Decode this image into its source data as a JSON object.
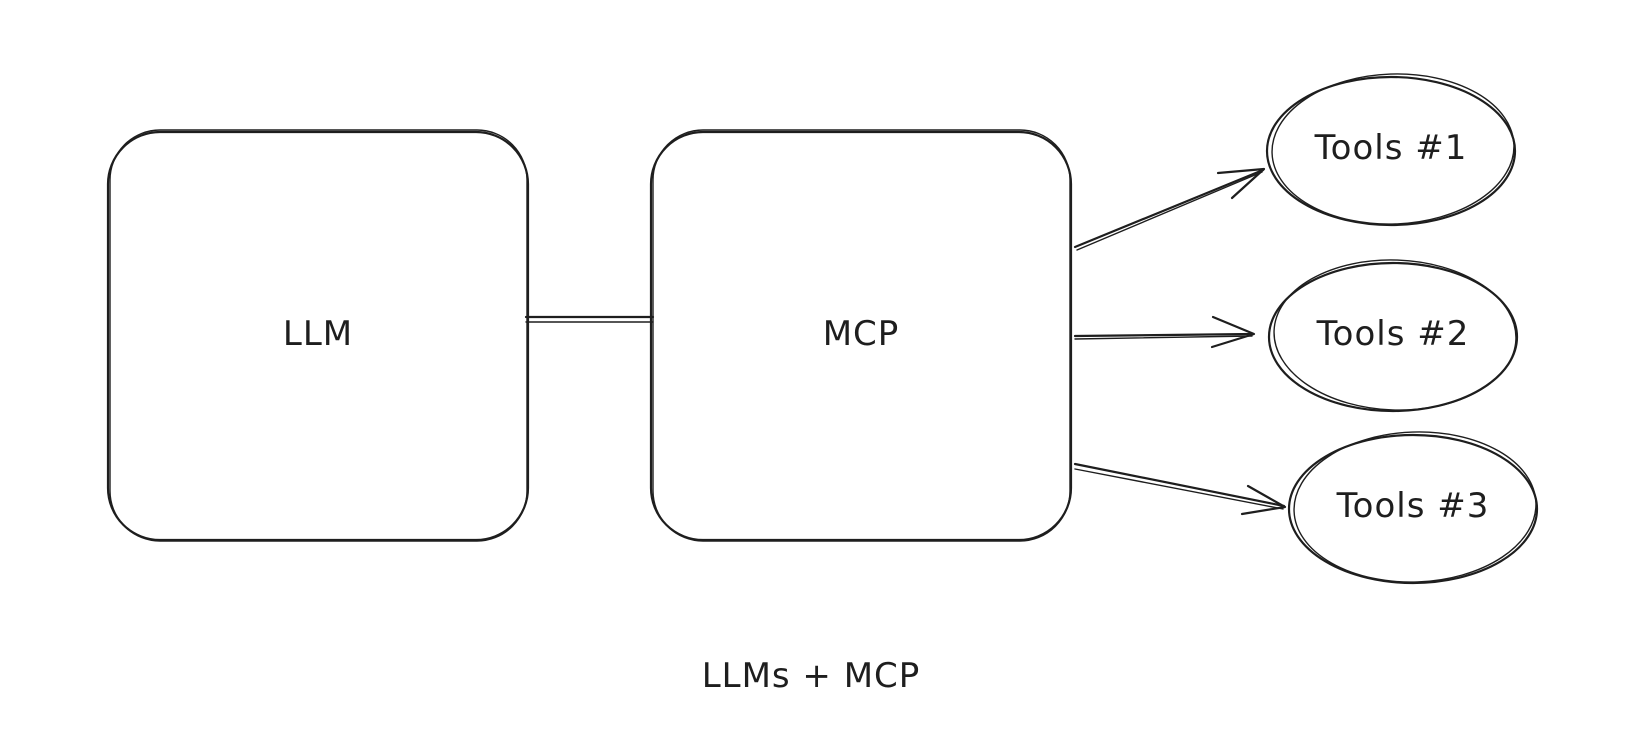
{
  "diagram": {
    "nodes": [
      {
        "id": "llm",
        "label": "LLM",
        "shape": "rounded-rectangle"
      },
      {
        "id": "mcp",
        "label": "MCP",
        "shape": "rounded-rectangle"
      },
      {
        "id": "tools1",
        "label": "Tools #1",
        "shape": "ellipse"
      },
      {
        "id": "tools2",
        "label": "Tools #2",
        "shape": "ellipse"
      },
      {
        "id": "tools3",
        "label": "Tools #3",
        "shape": "ellipse"
      }
    ],
    "edges": [
      {
        "from": "llm",
        "to": "mcp",
        "style": "line"
      },
      {
        "from": "mcp",
        "to": "tools1",
        "style": "arrow"
      },
      {
        "from": "mcp",
        "to": "tools2",
        "style": "arrow"
      },
      {
        "from": "mcp",
        "to": "tools3",
        "style": "arrow"
      }
    ],
    "caption": "LLMs + MCP",
    "stroke_color": "#1e1e1e",
    "background_color": "#ffffff"
  }
}
